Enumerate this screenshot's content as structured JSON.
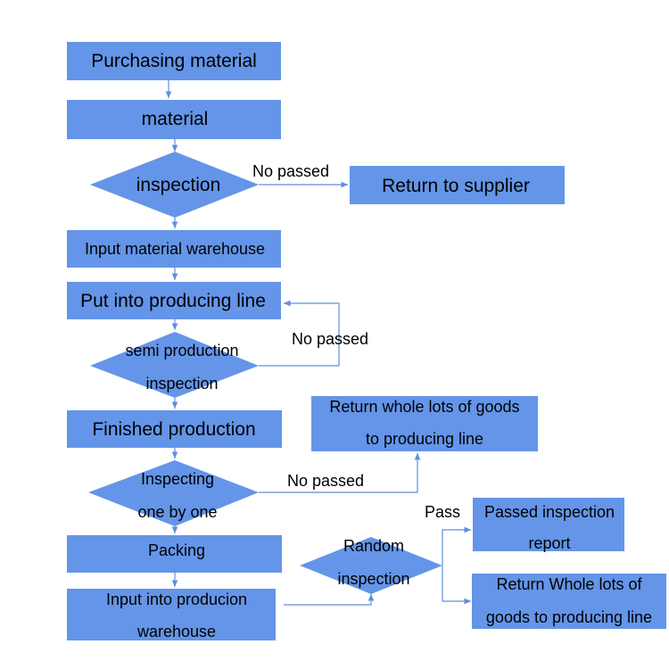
{
  "diagram": {
    "nodes": {
      "purchasing_material": "Purchasing material",
      "material": "material",
      "inspection": "inspection",
      "return_to_supplier": "Return to supplier",
      "input_material_warehouse": "Input material warehouse",
      "put_into_producing_line": "Put into producing line",
      "semi_production_inspection": [
        "semi production",
        "inspection"
      ],
      "finished_production": "Finished production",
      "return_whole_lots_goods_to_line": [
        "Return whole lots of goods",
        "to producing line"
      ],
      "inspecting_one_by_one": [
        "Inspecting",
        "one by one"
      ],
      "packing": "Packing",
      "random_inspection": [
        "Random",
        "inspection"
      ],
      "input_into_production_warehouse": [
        "Input into producion",
        "warehouse"
      ],
      "passed_inspection_report": [
        "Passed inspection",
        "report"
      ],
      "return_whole_lots_goods_to_line_2": [
        "Return Whole lots of",
        "goods to producing line"
      ]
    },
    "edge_labels": {
      "no_passed_1": "No passed",
      "no_passed_2": "No passed",
      "no_passed_3": "No passed",
      "pass": "Pass"
    },
    "colors": {
      "node_fill": "#6495e8",
      "edge": "#5b8fe0"
    }
  }
}
